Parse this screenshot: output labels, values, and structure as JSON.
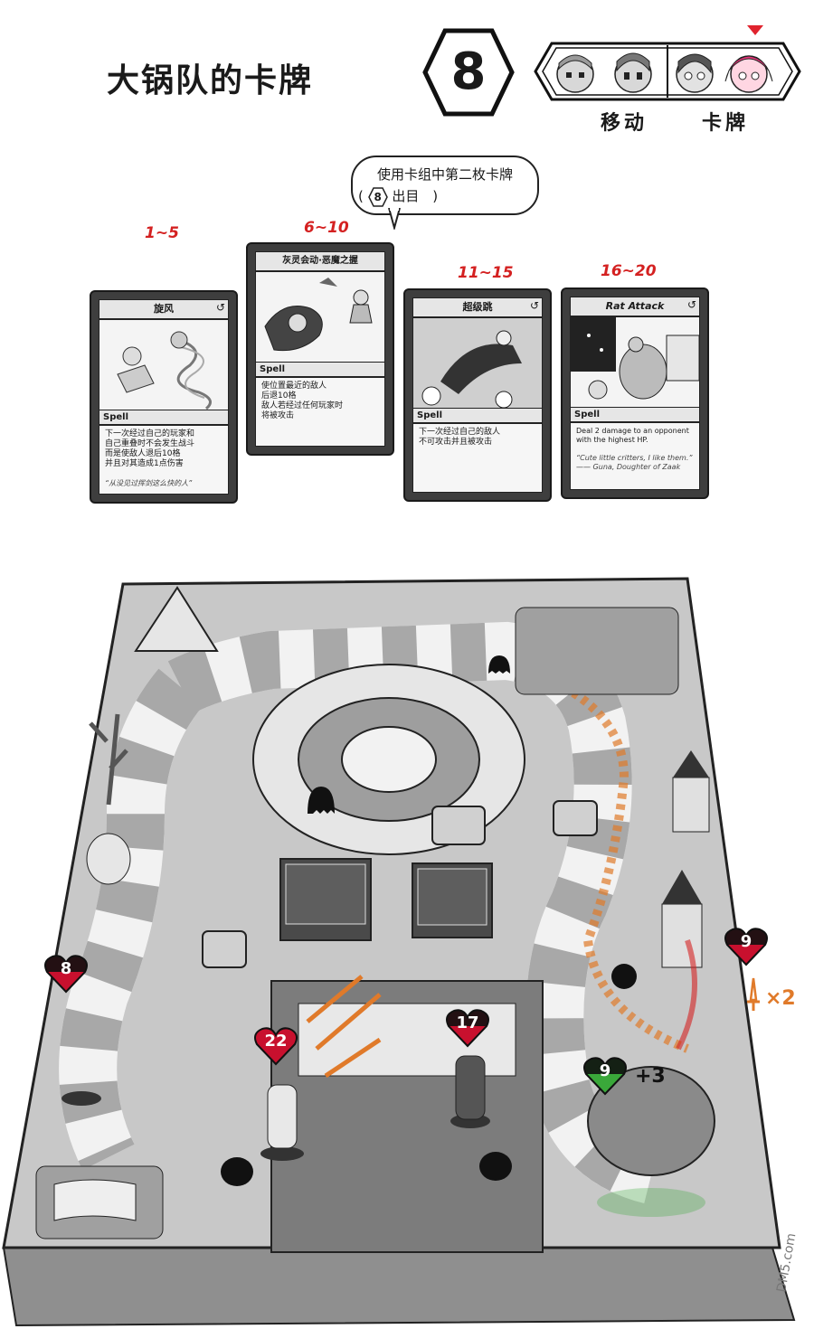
{
  "title": "大锅队的卡牌",
  "turn_number": "8",
  "turn_queue": {
    "move_label": "移动",
    "card_label": "卡牌"
  },
  "bubble": {
    "line1": "使用卡组中第二枚卡牌",
    "open_paren": "(",
    "hex_number": "8",
    "line2_text": "出目",
    "close_paren": ")"
  },
  "cards": [
    {
      "range": "1~5",
      "title": "旋风",
      "type": "Spell",
      "text": [
        "下一次经过自己的玩家和",
        "自己重叠时不会发生战斗",
        "而是使敌人退后10格",
        "并且对其造成1点伤害"
      ],
      "quote": "“从没见过挥剑这么快的人”"
    },
    {
      "range": "6~10",
      "title": "灰灵会动·恶魔之握",
      "type": "Spell",
      "text": [
        "使位置最近的敌人",
        "后退10格",
        "敌人若经过任何玩家时",
        "将被攻击"
      ],
      "quote": ""
    },
    {
      "range": "11~15",
      "title": "超级跳",
      "type": "Spell",
      "text": [
        "下一次经过自己的敌人",
        "不可攻击并且被攻击"
      ],
      "quote": ""
    },
    {
      "range": "16~20",
      "title": "Rat Attack",
      "type": "Spell",
      "text": [
        "Deal 2 damage to an opponent",
        "with the highest HP."
      ],
      "quote": "“Cute little critters, I like them.” —— Guna, Doughter of Zaak"
    }
  ],
  "board": {
    "hp_left": "8",
    "hp_center_left": "22",
    "hp_center": "17",
    "hp_right": "9",
    "hp_green": "9",
    "modifier_x2": "×2",
    "modifier_plus3": "+3"
  },
  "colors": {
    "red": "#d42121",
    "heart_red": "#c8102e",
    "green": "#3aa83a",
    "orange": "#e07a2a",
    "stone": "#9a9a9a"
  }
}
